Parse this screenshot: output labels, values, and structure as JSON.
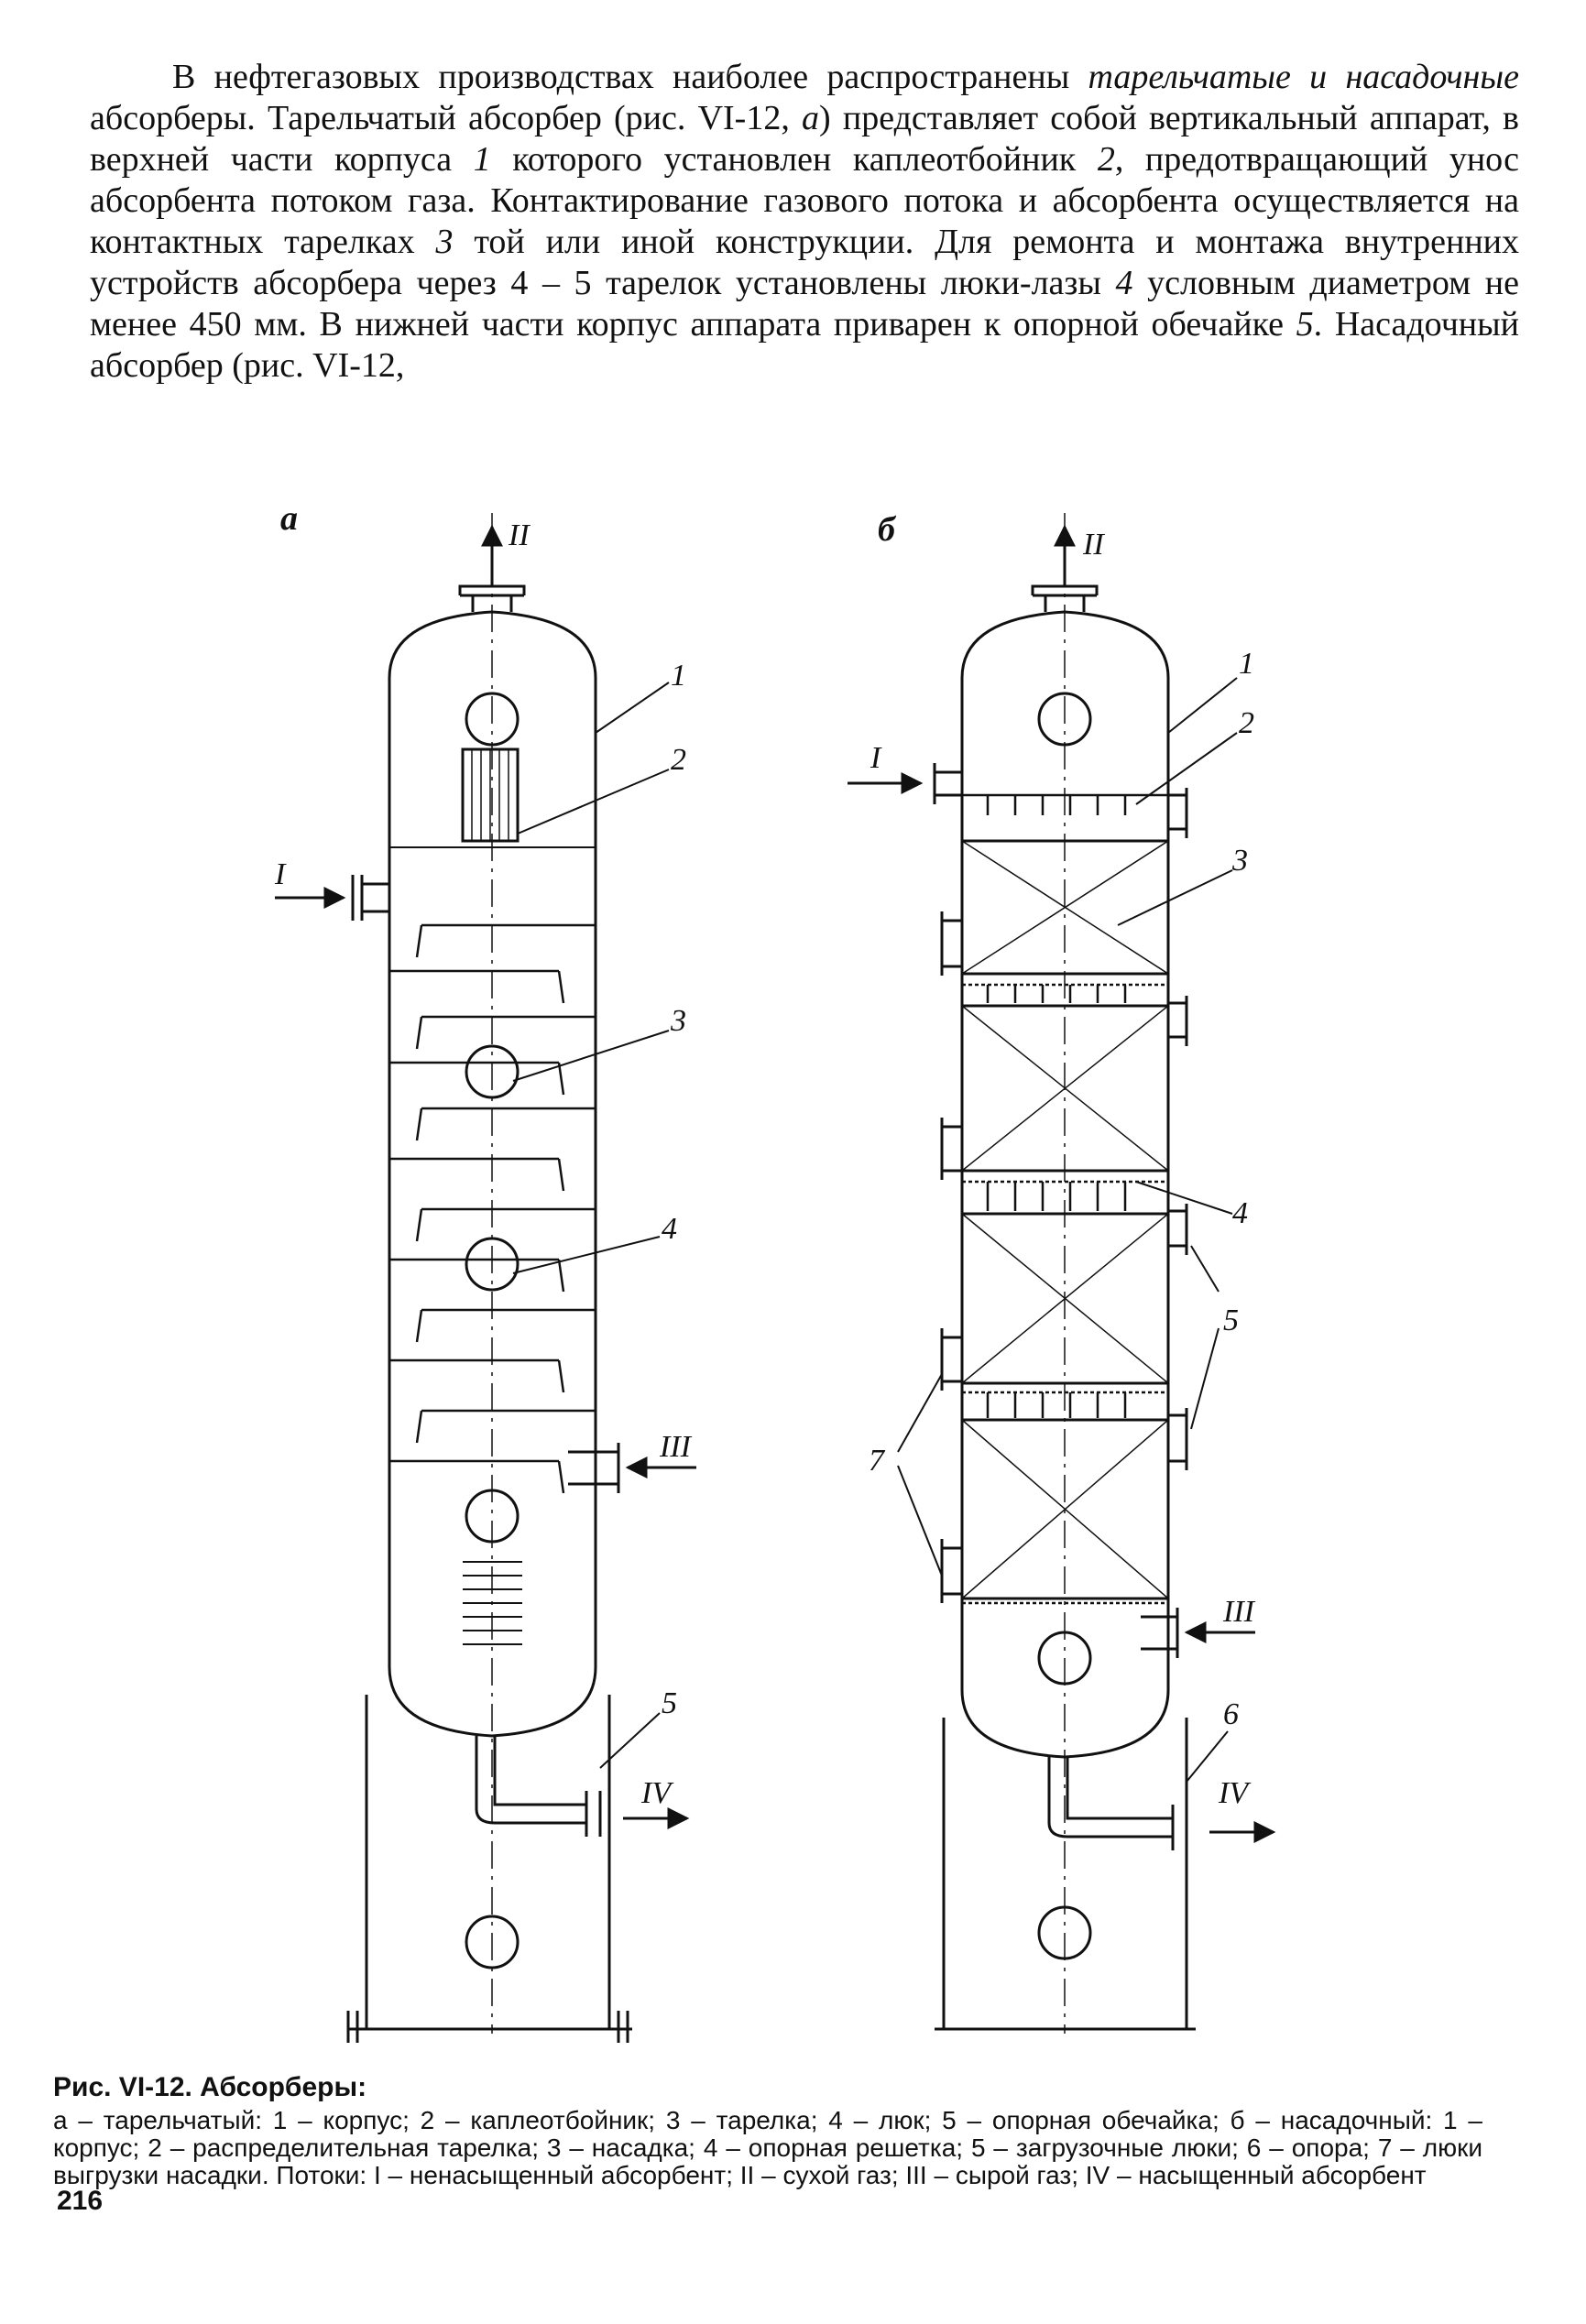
{
  "text": {
    "before1": "В нефтегазовых производствах наиболее распространены ",
    "em1": "тарельчатые и насадочные",
    "after1": " абсорберы. Тарельчатый абсорбер (рис. VI-12, ",
    "em2": "а",
    "after2": ") представляет собой вертикальный аппарат, в верхней части корпуса ",
    "em3": "1",
    "after3": " которого установлен каплеотбойник ",
    "em4": "2",
    "after4": ", предотвращающий унос абсорбента потоком газа. Контактирование газового потока и абсорбента осуществляется на контактных тарелках ",
    "em5": "3",
    "after5": " той или иной конструкции. Для ремонта и монтажа внутренних устройств абсорбера через 4 – 5 тарелок установлены люки-лазы ",
    "em6": "4",
    "after6": " условным диаметром не менее 450 мм. В нижней части корпус аппарата приварен к опорной обечайке ",
    "em7": "5",
    "after7": ". Насадочный абсорбер (рис. VI-12,"
  },
  "figure": {
    "a": {
      "tag": "а",
      "top_stream": "II",
      "gas_in": "I",
      "raw_gas": "III",
      "liquid_out": "IV",
      "labels": [
        "1",
        "2",
        "3",
        "4",
        "5"
      ]
    },
    "b": {
      "tag": "б",
      "top_stream": "II",
      "gas_in": "I",
      "raw_gas": "III",
      "liquid_out": "IV",
      "labels": [
        "1",
        "2",
        "3",
        "4",
        "5",
        "6",
        "7"
      ]
    }
  },
  "caption": {
    "title": "Рис. VI-12. Абсорберы:",
    "text": "а – тарельчатый: 1 – корпус; 2 – каплеотбойник; 3 – тарелка; 4 – люк; 5 – опорная обечайка; б – насадочный: 1 – корпус; 2 – распределительная тарелка; 3 – насадка; 4 – опорная решетка; 5 – загрузочные люки; 6 – опора; 7 – люки выгрузки насадки. Потоки: I – ненасыщенный абсорбент; II – сухой газ; III – сырой газ; IV – насыщенный абсорбент"
  },
  "page_number": "216"
}
